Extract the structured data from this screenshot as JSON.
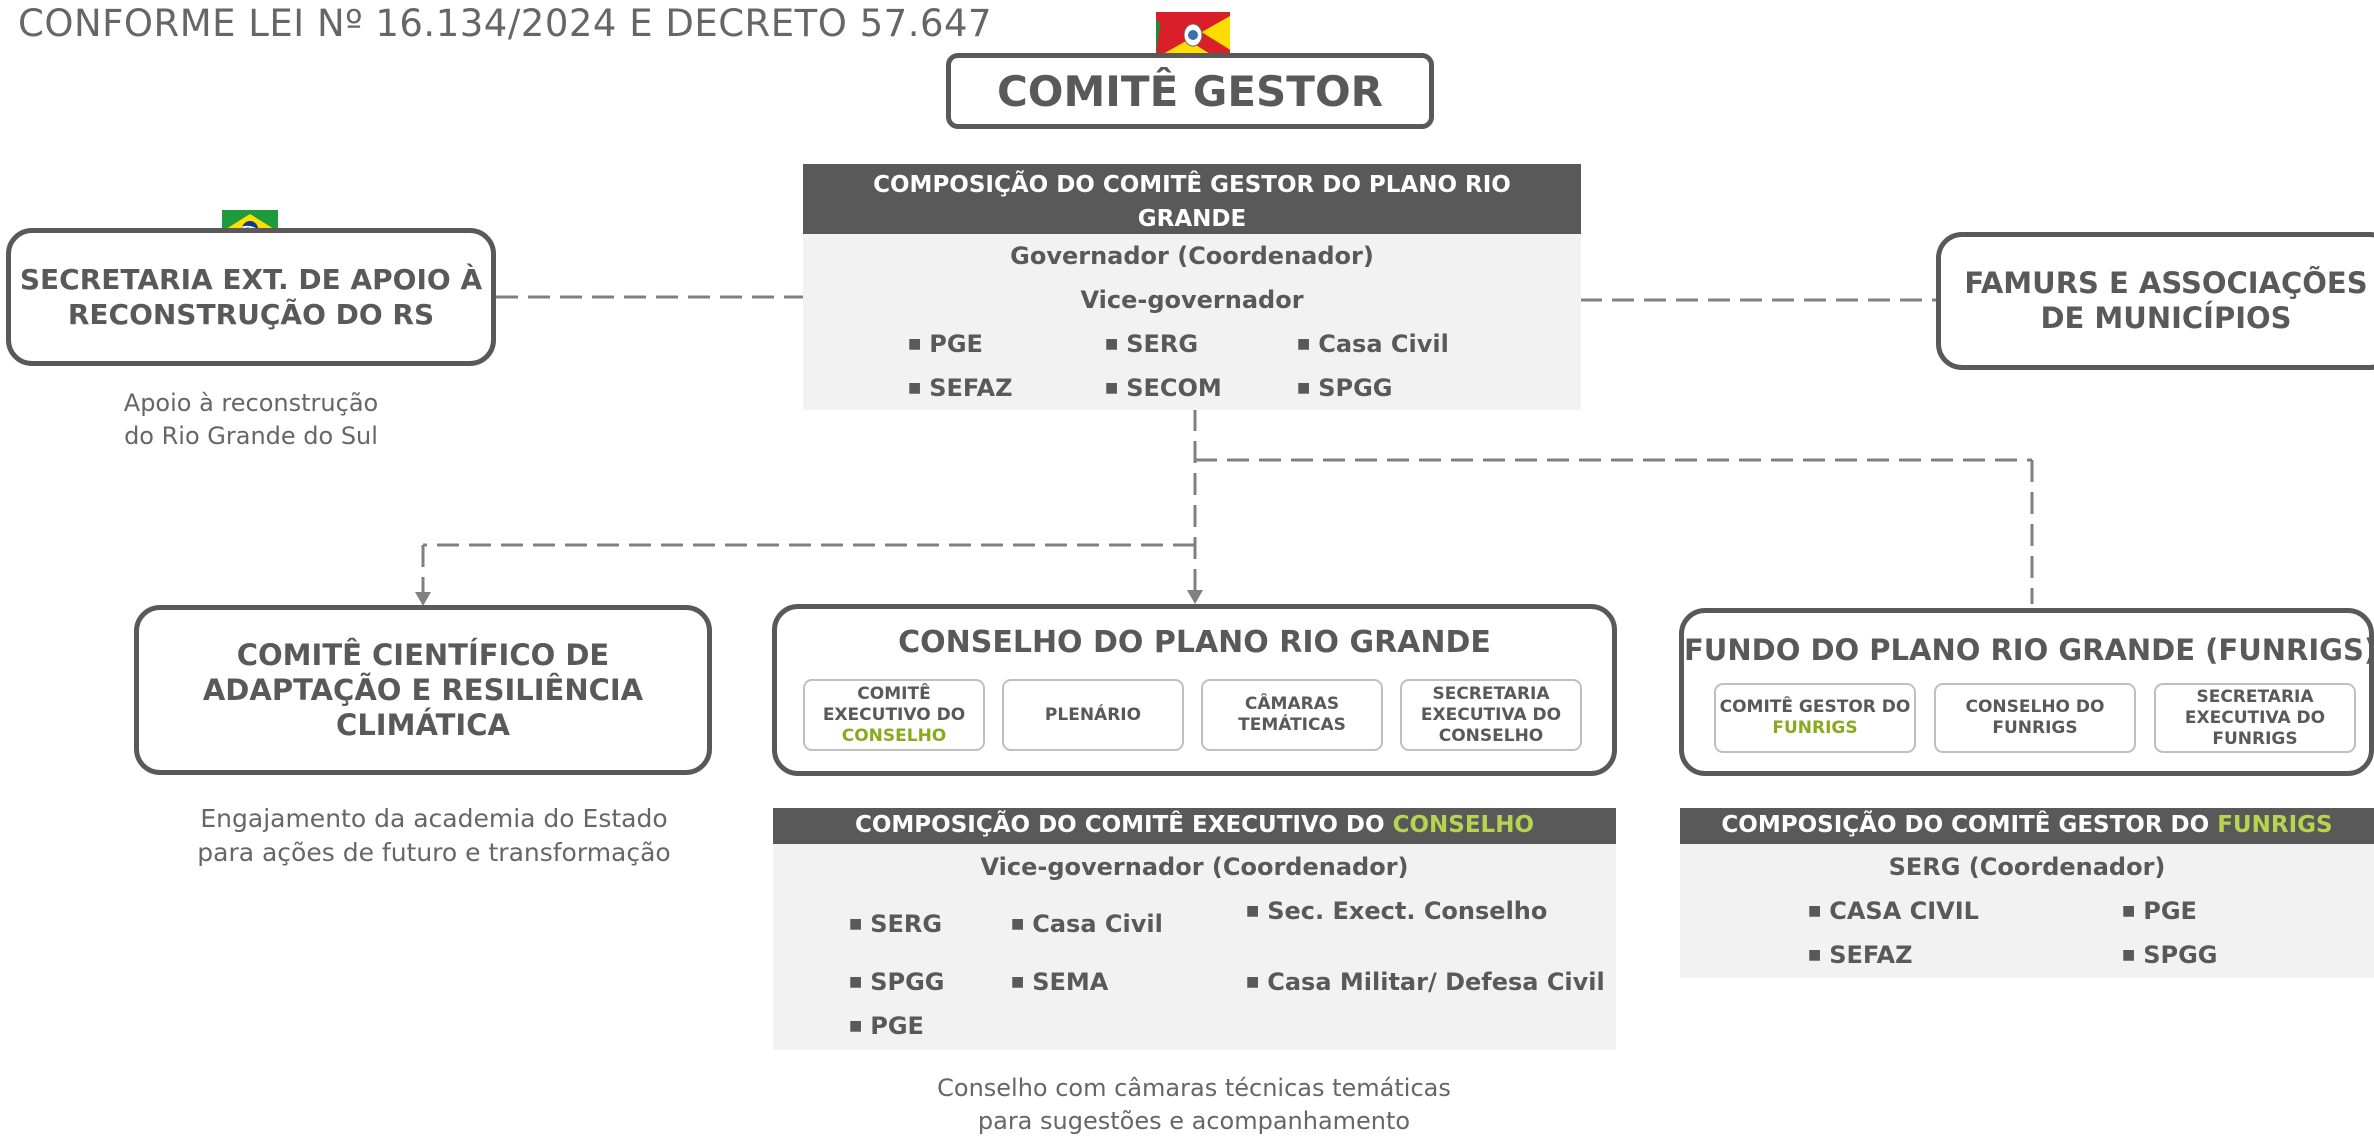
{
  "header": {
    "law_text": "CONFORME LEI Nº 16.134/2024 E DECRETO 57.647"
  },
  "title": "COMITÊ GESTOR",
  "colors": {
    "dark": "#595959",
    "panel": "#f2f2f2",
    "accent_green": "#b9d24f",
    "accent_green_dark": "#8aaa1e",
    "subbox_border": "#bfbfbf"
  },
  "flags": {
    "rs": "rio-grande-do-sul-flag",
    "br": "brazil-flag"
  },
  "gestor_composition": {
    "header": "COMPOSIÇÃO DO COMITÊ GESTOR DO PLANO RIO GRANDE",
    "line1": "Governador (Coordenador)",
    "line2": "Vice-governador",
    "items": [
      "PGE",
      "SERG",
      "Casa Civil",
      "SEFAZ",
      "SECOM",
      "SPGG"
    ]
  },
  "secretaria": {
    "title_line1": "SECRETARIA EXT. DE APOIO À",
    "title_line2": "RECONSTRUÇÃO DO RS",
    "caption_line1": "Apoio à reconstrução",
    "caption_line2": "do Rio Grande do Sul"
  },
  "famurs": {
    "title_line1": "FAMURS E ASSOCIAÇÕES",
    "title_line2": "DE MUNICÍPIOS"
  },
  "cientifico": {
    "title_line1": "COMITÊ CIENTÍFICO DE",
    "title_line2": "ADAPTAÇÃO E RESILIÊNCIA",
    "title_line3": "CLIMÁTICA",
    "caption_line1": "Engajamento da academia do Estado",
    "caption_line2": "para ações de futuro e transformação"
  },
  "conselho": {
    "title": "CONSELHO DO PLANO RIO GRANDE",
    "sub1_line1": "COMITÊ",
    "sub1_line2": "EXECUTIVO DO",
    "sub1_line3": "CONSELHO",
    "sub2": "PLENÁRIO",
    "sub3_line1": "CÂMARAS",
    "sub3_line2": "TEMÁTICAS",
    "sub4_line1": "SECRETARIA",
    "sub4_line2": "EXECUTIVA DO",
    "sub4_line3": "CONSELHO",
    "composition_header_prefix": "COMPOSIÇÃO DO COMITÊ EXECUTIVO DO ",
    "composition_header_highlight": "CONSELHO",
    "composition_line1": "Vice-governador (Coordenador)",
    "items": [
      "SERG",
      "Casa Civil",
      "Sec. Exect. Conselho",
      "SPGG",
      "SEMA",
      "Casa Militar/ Defesa Civil",
      "PGE"
    ],
    "caption_line1": "Conselho com câmaras técnicas temáticas",
    "caption_line2": "para sugestões e acompanhamento"
  },
  "funrigs": {
    "title": "FUNDO DO PLANO RIO GRANDE (FUNRIGS)",
    "sub1_line1": "COMITÊ GESTOR DO",
    "sub1_line2": "FUNRIGS",
    "sub2_line1": "CONSELHO DO",
    "sub2_line2": "FUNRIGS",
    "sub3_line1": "SECRETARIA",
    "sub3_line2": "EXECUTIVA DO",
    "sub3_line3": "FUNRIGS",
    "composition_header_prefix": "COMPOSIÇÃO DO COMITÊ GESTOR DO ",
    "composition_header_highlight": "FUNRIGS",
    "composition_line1": "SERG (Coordenador)",
    "items": [
      "CASA CIVIL",
      "PGE",
      "SEFAZ",
      "SPGG"
    ]
  }
}
